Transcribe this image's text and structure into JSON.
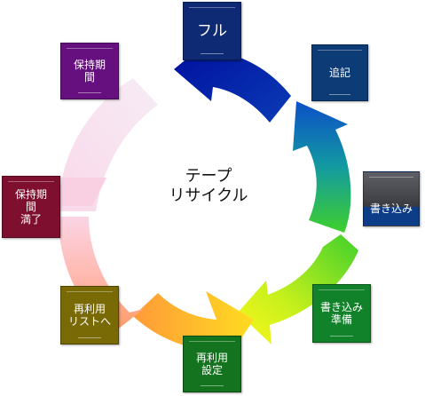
{
  "center": {
    "line1": "テープ",
    "line2": "リサイクル"
  },
  "stages": {
    "full": {
      "label": "フル",
      "color": "#0f2a75"
    },
    "append": {
      "label": "追記",
      "color": "#0d3b75"
    },
    "write": {
      "label": "書き込み",
      "color": "#40434a",
      "band_color": "#0c3d86"
    },
    "prep": {
      "line1": "書き込み",
      "line2": "準備",
      "color": "#12822a"
    },
    "reuse_setting": {
      "line1": "再利用",
      "line2": "設定",
      "color": "#14731e"
    },
    "reuse_list": {
      "line1": "再利用",
      "line2": "リストへ",
      "color": "#7a6a05"
    },
    "expired": {
      "line1": "保持期",
      "line2": "間",
      "line3": "満了",
      "color": "#7e0f2e"
    },
    "retention": {
      "line1": "保持期",
      "line2": "間",
      "color": "#66107f"
    }
  }
}
